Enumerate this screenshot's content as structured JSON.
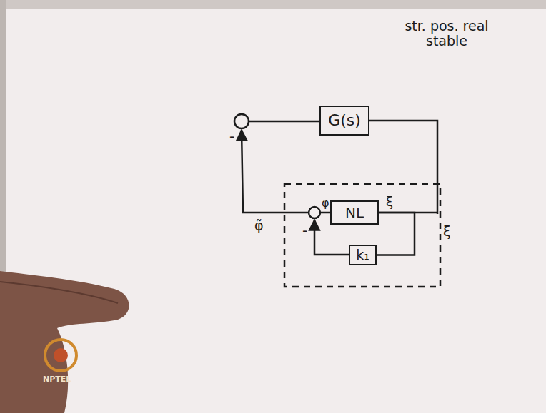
{
  "diagram": {
    "nodes": [
      {
        "text": [
          "G(s)"
        ]
      },
      {
        "text": [
          "NL"
        ]
      },
      {
        "text": [
          "k₁"
        ]
      }
    ],
    "edges": [
      {
        "from": 1,
        "to": 0,
        "arrow": "none"
      },
      {
        "from": 1,
        "to": 2,
        "arrow": "none"
      }
    ],
    "labels": [
      "str. pos. real stable",
      "-",
      "φ̃",
      "-",
      "φ",
      "ξ",
      "ξ",
      "NPTEL"
    ]
  }
}
